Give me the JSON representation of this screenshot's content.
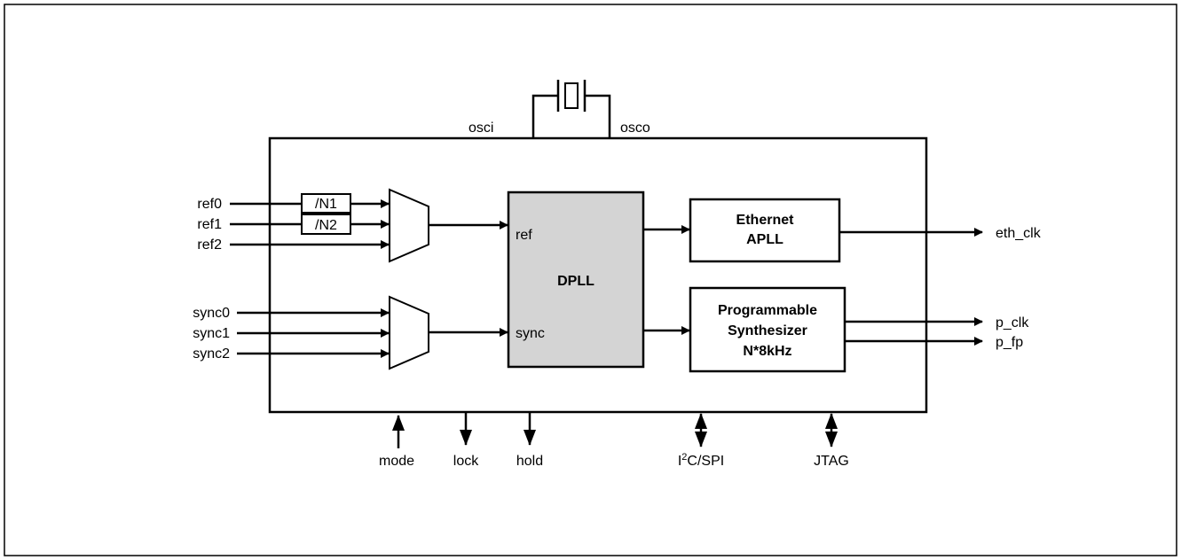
{
  "inputs": {
    "ref0": "ref0",
    "ref1": "ref1",
    "ref2": "ref2",
    "sync0": "sync0",
    "sync1": "sync1",
    "sync2": "sync2"
  },
  "dividers": {
    "n1": "/N1",
    "n2": "/N2"
  },
  "oscillator": {
    "osci": "osci",
    "osco": "osco"
  },
  "dpll": {
    "title": "DPLL",
    "ref_port": "ref",
    "sync_port": "sync"
  },
  "ethernet_apll": {
    "line1": "Ethernet",
    "line2": "APLL"
  },
  "synthesizer": {
    "line1": "Programmable",
    "line2": "Synthesizer",
    "line3": "N*8kHz"
  },
  "outputs": {
    "eth_clk": "eth_clk",
    "p_clk": "p_clk",
    "p_fp": "p_fp"
  },
  "bottom_pins": {
    "mode": "mode",
    "lock": "lock",
    "hold": "hold",
    "i2c_i": "I",
    "i2c_sup": "2",
    "i2c_rest": "C/SPI",
    "jtag": "JTAG"
  }
}
